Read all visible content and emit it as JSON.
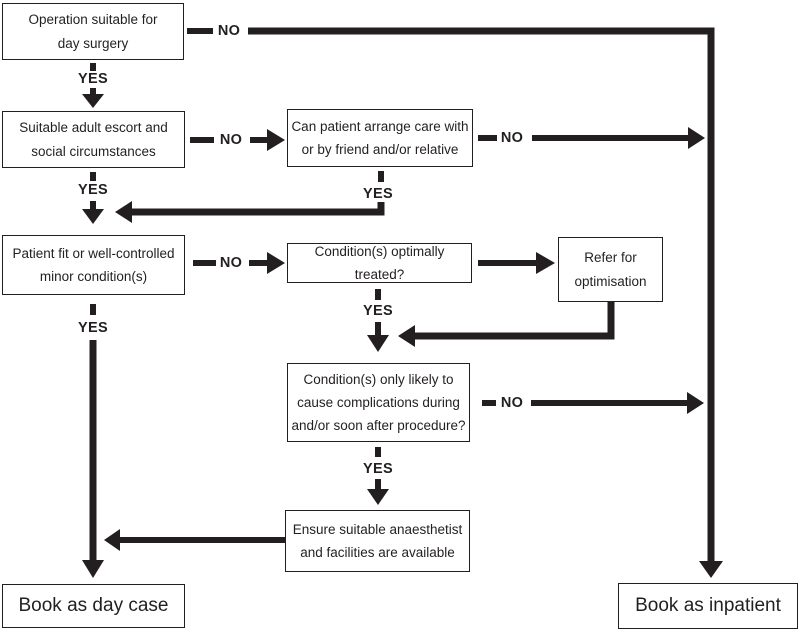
{
  "colors": {
    "ink": "#231f20",
    "paper": "#ffffff"
  },
  "labels": {
    "yes": "YES",
    "no": "NO"
  },
  "nodes": {
    "operation": "Operation suitable for\nday surgery",
    "escort": "Suitable adult escort and\nsocial circumstances",
    "arrange_care": "Can patient arrange care with\nor by friend and/or relative",
    "patient_fit": "Patient fit or well-controlled\nminor condition(s)",
    "optimally_treated": "Condition(s) optimally treated?",
    "refer": "Refer for\noptimisation",
    "complications": "Condition(s) only likely to\ncause complications during\nand/or soon after procedure?",
    "ensure": "Ensure suitable anaesthetist\nand facilities are available",
    "day_case": "Book as day case",
    "inpatient": "Book as inpatient"
  }
}
